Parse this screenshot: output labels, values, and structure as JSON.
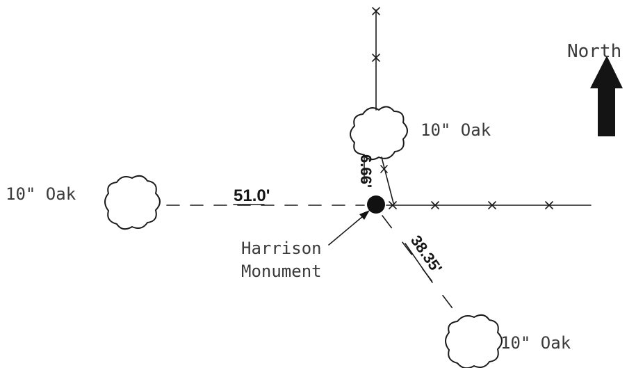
{
  "labels": {
    "north": "North",
    "oak_north": "10\" Oak",
    "oak_west": "10\" Oak",
    "oak_southeast": "10\" Oak",
    "monument_line1": "Harrison",
    "monument_line2": "Monument"
  },
  "distances": {
    "west": "51.0'",
    "north": "6.66'",
    "southeast": "38.35'"
  },
  "colors": {
    "ink": "#1a1a1a",
    "label": "#3a3a3a"
  }
}
